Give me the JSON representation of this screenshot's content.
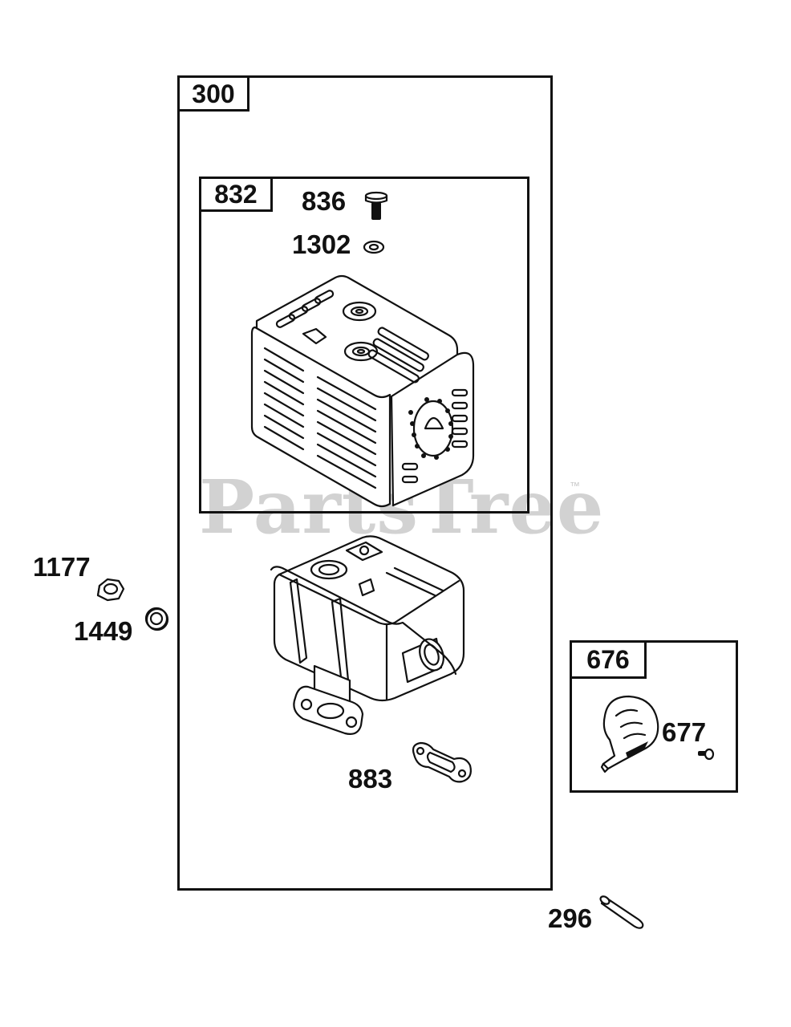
{
  "watermark": {
    "text": "PartsTree",
    "tm": "™"
  },
  "boxes": {
    "main": {
      "label": "300"
    },
    "cover": {
      "label": "832"
    },
    "guard": {
      "label": "676"
    }
  },
  "callouts": {
    "p836": "836",
    "p1302": "1302",
    "p1177": "1177",
    "p1449": "1449",
    "p883": "883",
    "p677": "677",
    "p296": "296"
  }
}
